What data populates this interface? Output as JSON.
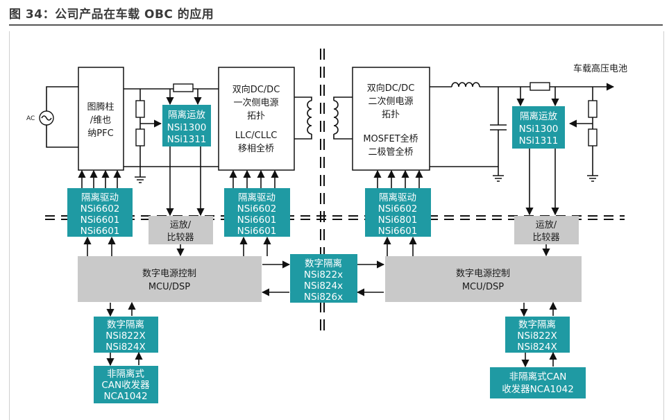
{
  "figure_title": "图 34：公司产品在车载 OBC 的应用",
  "labels": {
    "ac": "AC",
    "battery": "车载高压电池",
    "pfc": [
      "图腾柱",
      "/维也",
      "纳PFC"
    ],
    "primary": [
      "双向DC/DC",
      "一次侧电源",
      "拓扑",
      "LLC/CLLC",
      "移相全桥"
    ],
    "secondary": [
      "双向DC/DC",
      "二次侧电源",
      "拓扑",
      "MOSFET全桥",
      "二极管全桥"
    ],
    "opamp_left": [
      "隔离运放",
      "NSi1300",
      "NSi1311"
    ],
    "opamp_right": [
      "隔离运放",
      "NSi1300",
      "NSi1311"
    ],
    "drv1": [
      "隔离驱动",
      "NSi6602",
      "NSi6601",
      "NSi6601"
    ],
    "drv2": [
      "隔离驱动",
      "NSi6602",
      "NSi6601",
      "NSi6601"
    ],
    "drv3": [
      "隔离驱动",
      "NSi6602",
      "NSi6801",
      "NSi6601"
    ],
    "cmp_left": [
      "运放/",
      "比较器"
    ],
    "cmp_right": [
      "运放/",
      "比较器"
    ],
    "mcu_left": [
      "数字电源控制",
      "MCU/DSP"
    ],
    "mcu_right": [
      "数字电源控制",
      "MCU/DSP"
    ],
    "iso_mid": [
      "数字隔离",
      "NSi822x",
      "NSi824x",
      "NSi826x"
    ],
    "iso_left": [
      "数字隔离",
      "NSi822X",
      "NSi824X"
    ],
    "iso_right": [
      "数字隔离",
      "NSi822X",
      "NSi824X"
    ],
    "can_left": [
      "非隔离式",
      "CAN收发器",
      "NCA1042"
    ],
    "can_right": [
      "非隔离式CAN",
      "收发器NCA1042"
    ]
  },
  "colors": {
    "teal": "#1f9aa3",
    "gray": "#c9c9c9",
    "wire": "#111111"
  }
}
